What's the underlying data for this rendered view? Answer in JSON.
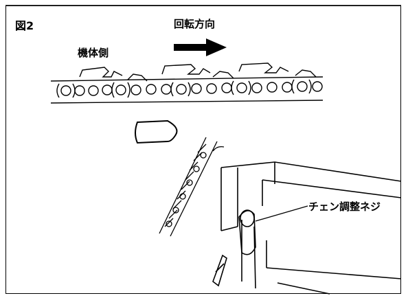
{
  "figure": {
    "label": "図2"
  },
  "labels": {
    "rotation_direction": "回転方向",
    "body_side": "機体側",
    "chain_adjust_screw": "チェン調整ネジ"
  }
}
